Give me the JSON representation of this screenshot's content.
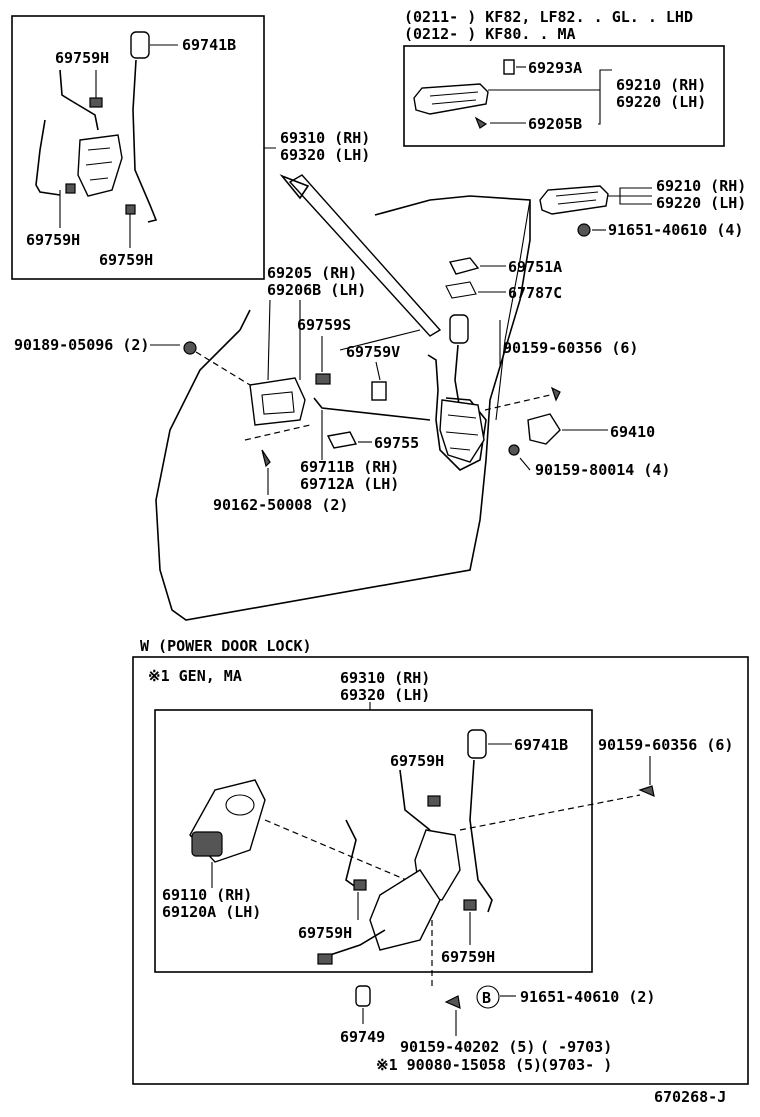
{
  "applicability": {
    "line1": "(0211-     ) KF82, LF82. . GL. . LHD",
    "line2": "(0212-     ) KF80. . MA"
  },
  "labels": {
    "p69741B_top": "69741B",
    "p69759H_topleft": "69759H",
    "p69759H_left": "69759H",
    "p69759H_bottom": "69759H",
    "p69310_rh": "69310 (RH)",
    "p69320_lh": "69320 (LH)",
    "p69293A": "69293A",
    "p69210_rh_box": "69210 (RH)",
    "p69220_lh_box": "69220 (LH)",
    "p69205B": "69205B",
    "p69210_rh": "69210 (RH)",
    "p69220_lh": "69220 (LH)",
    "p91651_40610_4": "91651-40610 (4)",
    "p69205_rh": "69205   (RH)",
    "p69206B_lh": "69206B (LH)",
    "p69751A": "69751A",
    "p67787C": "67787C",
    "p69759S": "69759S",
    "p90189_05096": "90189-05096 (2)",
    "p69759V": "69759V",
    "p90159_60356_6": "90159-60356 (6)",
    "p69410": "69410",
    "p69755": "69755",
    "p69711B_rh": "69711B (RH)",
    "p69712A_lh": "69712A (LH)",
    "p90159_80014_4": "90159-80014 (4)",
    "p90162_50008_2": "90162-50008 (2)"
  },
  "power_lock": {
    "title": "W (POWER  DOOR  LOCK)",
    "note": "※1 GEN, MA",
    "p69310_rh": "69310 (RH)",
    "p69320_lh": "69320 (LH)",
    "p69759H_top": "69759H",
    "p69741B": "69741B",
    "p90159_60356_6": "90159-60356 (6)",
    "p69110_rh": "69110   (RH)",
    "p69120A_lh": "69120A (LH)",
    "p69759H_left": "69759H",
    "p69759H_right": "69759H",
    "circle_B": "B",
    "p91651_40610_2": "91651-40610 (2)",
    "p69749": "69749",
    "p90159_40202": "90159-40202 (5)",
    "p90159_range": "(          -9703)",
    "p90080_15058": "※1 90080-15058 (5)",
    "p90080_range": "(9703-          )"
  },
  "figure_id": "670268-J"
}
